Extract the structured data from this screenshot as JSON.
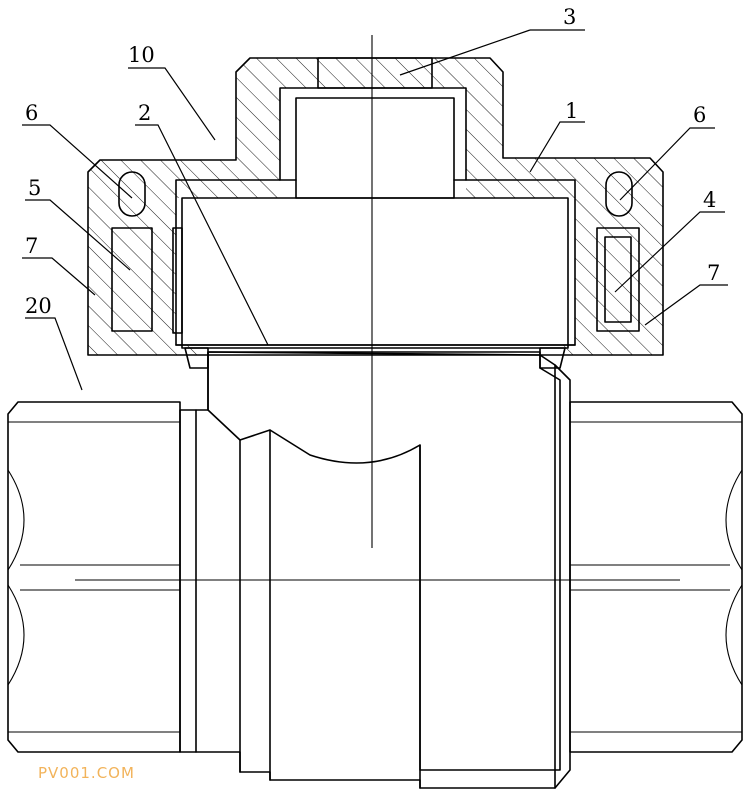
{
  "labels": {
    "l3": "3",
    "l10": "10",
    "l2": "2",
    "l1": "1",
    "l6_left": "6",
    "l6_right": "6",
    "l5": "5",
    "l4": "4",
    "l7_left": "7",
    "l7_right": "7",
    "l20": "20"
  },
  "watermark": "PV001.COM",
  "colors": {
    "line": "#000000",
    "background": "#ffffff",
    "watermark": "#f2b35a"
  }
}
